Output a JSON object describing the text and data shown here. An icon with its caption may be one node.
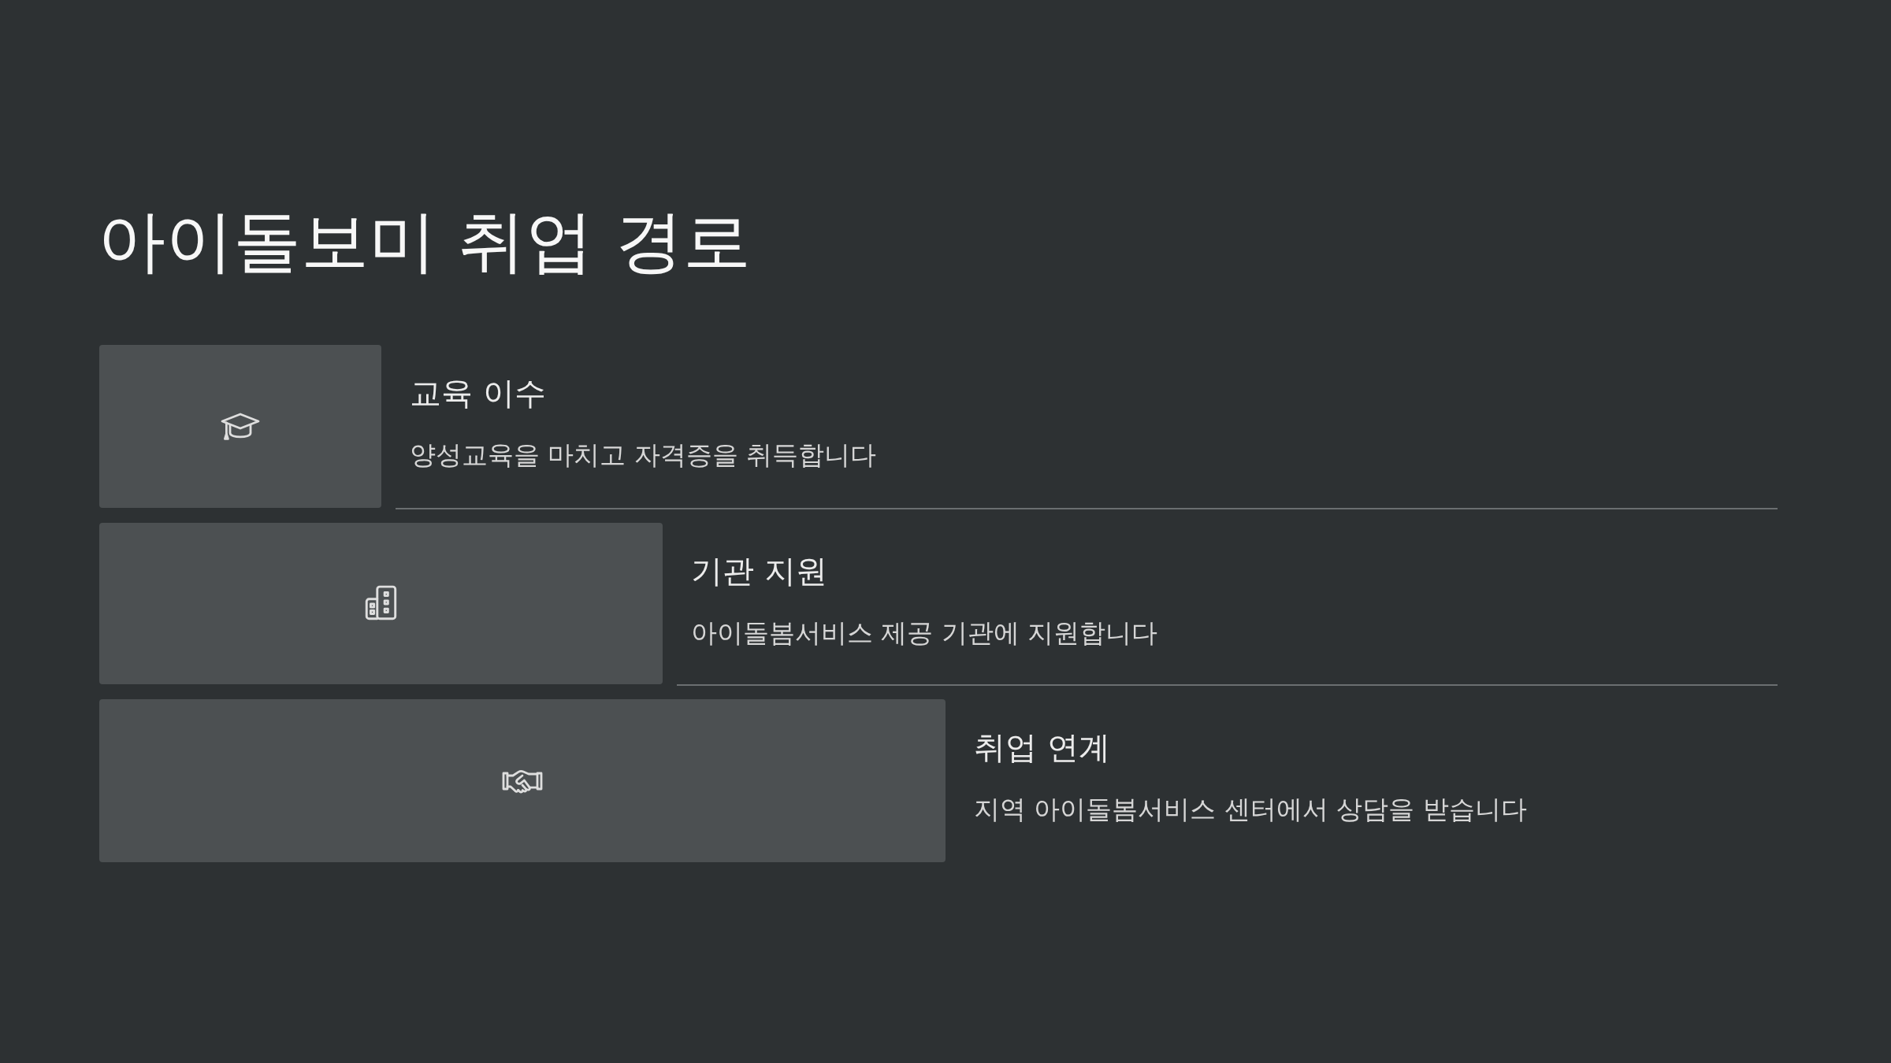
{
  "diagram": {
    "title": "아이돌보미 취업 경로",
    "nodes": [
      {
        "text": [
          "교육 이수",
          "양성교육을 마치고 자격증을 취득합니다"
        ]
      },
      {
        "text": [
          "기관 지원",
          "아이돌봄서비스 제공 기관에 지원합니다"
        ]
      },
      {
        "text": [
          "취업 연계",
          "지역 아이돌봄서비스 센터에서 상담을 받습니다"
        ]
      }
    ]
  }
}
